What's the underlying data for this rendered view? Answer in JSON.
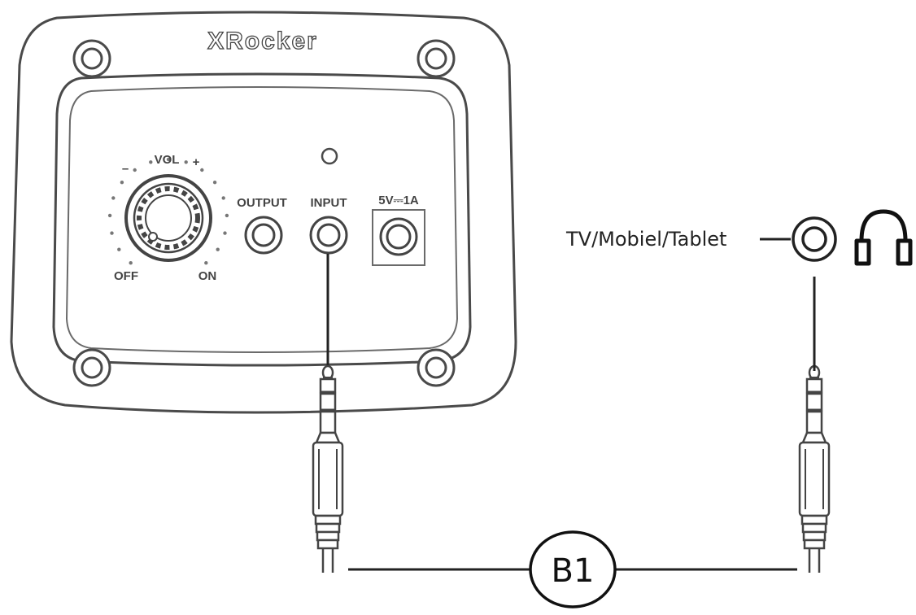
{
  "brand": "XRocker",
  "control_panel": {
    "volume_label": "VOL",
    "volume_minus": "–",
    "volume_plus": "+",
    "off_label": "OFF",
    "on_label": "ON",
    "output_label": "OUTPUT",
    "input_label": "INPUT",
    "power_label": "5V⎓1A"
  },
  "source": {
    "label": "TV/Mobiel/Tablet"
  },
  "cable": {
    "callout": "B1"
  },
  "icons": {
    "headphones": "headphones-icon",
    "audio_jack": "audio-jack-icon"
  }
}
